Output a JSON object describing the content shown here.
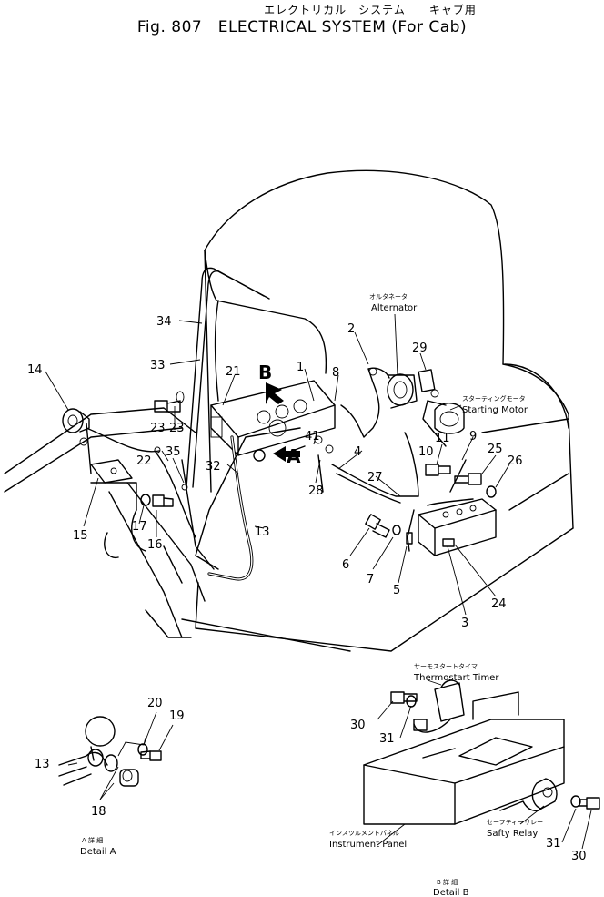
{
  "header": {
    "title_jp": "エレクトリカル　システム　　キャブ用",
    "title_en": "Fig. 807　ELECTRICAL SYSTEM (For Cab)"
  },
  "components": {
    "alternator_jp": "オルタネータ",
    "alternator": "Alternator",
    "starting_motor_jp": "スターティングモータ",
    "starting_motor": "Starting Motor",
    "thermostart_timer_jp": "サーモスタートタイマ",
    "thermostart_timer": "Thermostart Timer",
    "instrument_panel_jp": "インスツルメントパネル",
    "instrument_panel": "Instrument Panel",
    "safety_relay_jp": "セーフティーリレー",
    "safety_relay": "Safty Relay"
  },
  "views": {
    "view_a": "A",
    "view_b": "B",
    "detail_a_jp": "A 詳 細",
    "detail_a": "Detail A",
    "detail_b_jp": "B 詳 細",
    "detail_b": "Detail B"
  },
  "callouts": {
    "c1": "1",
    "c2": "2",
    "c3": "3",
    "c4": "4",
    "c5": "5",
    "c6": "6",
    "c7": "7",
    "c8": "8",
    "c9": "9",
    "c10": "10",
    "c11": "11",
    "c13": "13",
    "c13b": "13",
    "c14": "14",
    "c15": "15",
    "c16": "16",
    "c17": "17",
    "c18": "18",
    "c19": "19",
    "c20": "20",
    "c21": "21",
    "c22": "22",
    "c23": "23",
    "c24": "24",
    "c25": "25",
    "c26": "26",
    "c27": "27",
    "c28": "28",
    "c29": "29",
    "c30": "30",
    "c30b": "30",
    "c31": "31",
    "c31b": "31",
    "c32": "32",
    "c33": "33",
    "c34": "34",
    "c35": "35",
    "c41": "41"
  }
}
